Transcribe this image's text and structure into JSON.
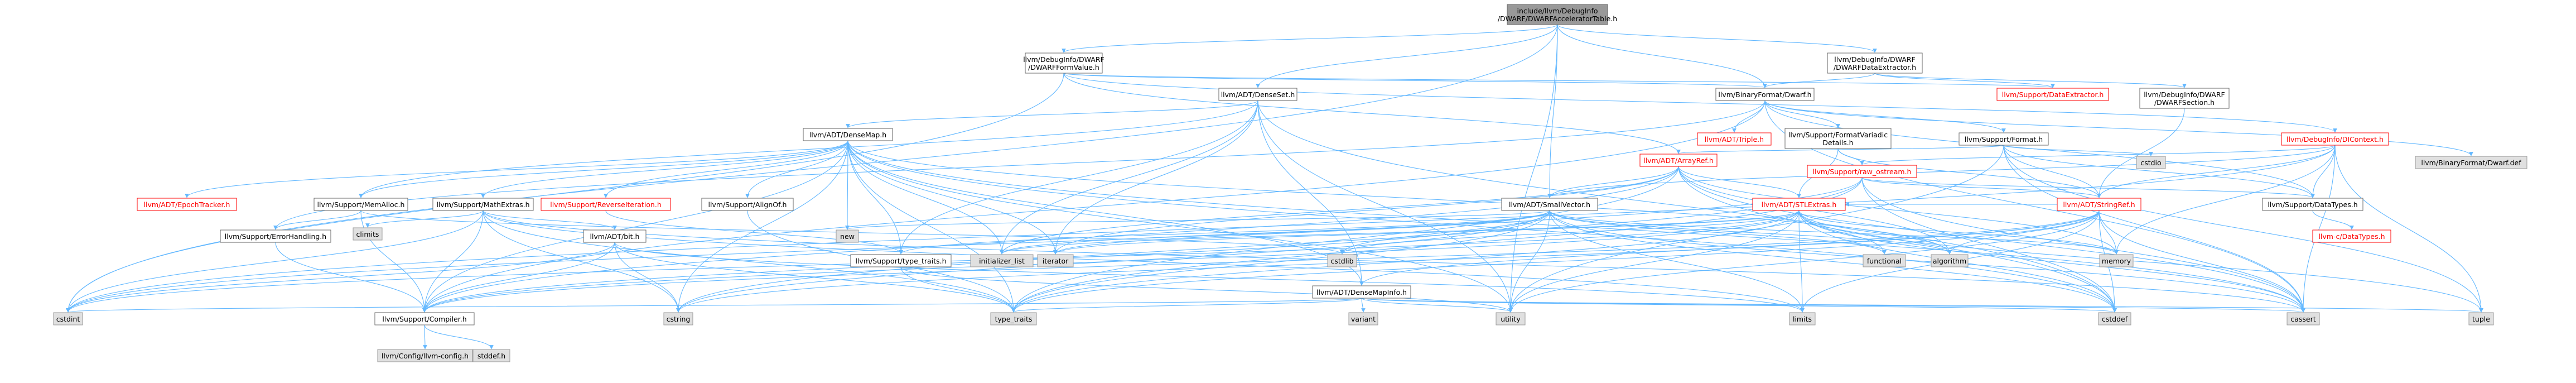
{
  "colors": {
    "edge": "#63b8ff",
    "node_fill": "#ffffff",
    "node_stroke": "#666666",
    "node_text": "#000000",
    "focus_fill": "#999999",
    "focus_stroke": "#666666",
    "red_text": "#ff0000",
    "red_stroke": "#ff0000",
    "system_fill": "#e0e0e0",
    "system_stroke": "#999999"
  },
  "diagram": {
    "nodes": [
      {
        "id": "root",
        "lines": [
          "include/llvm/DebugInfo",
          "/DWARF/DWARFAcceleratorTable.h"
        ],
        "kind": "focus"
      },
      {
        "id": "formvalue",
        "lines": [
          "llvm/DebugInfo/DWARF",
          "/DWARFFormValue.h"
        ],
        "kind": "normal"
      },
      {
        "id": "dataextractor",
        "lines": [
          "llvm/DebugInfo/DWARF",
          "/DWARFDataExtractor.h"
        ],
        "kind": "normal"
      },
      {
        "id": "densemap_set",
        "lines": [
          "llvm/ADT/DenseSet.h"
        ],
        "kind": "normal"
      },
      {
        "id": "dwarf_h",
        "lines": [
          "llvm/BinaryFormat/Dwarf.h"
        ],
        "kind": "normal"
      },
      {
        "id": "support_dataextractor",
        "lines": [
          "llvm/Support/DataExtractor.h"
        ],
        "kind": "red"
      },
      {
        "id": "dwarfsection",
        "lines": [
          "llvm/DebugInfo/DWARF",
          "/DWARFSection.h"
        ],
        "kind": "normal"
      },
      {
        "id": "adt_triple",
        "lines": [
          "llvm/ADT/Triple.h"
        ],
        "kind": "red"
      },
      {
        "id": "formatvariadic",
        "lines": [
          "llvm/Support/FormatVariadic",
          "Details.h"
        ],
        "kind": "normal"
      },
      {
        "id": "support_format",
        "lines": [
          "llvm/Support/Format.h"
        ],
        "kind": "normal"
      },
      {
        "id": "dicontext",
        "lines": [
          "llvm/DebugInfo/DIContext.h"
        ],
        "kind": "red"
      },
      {
        "id": "densemap",
        "lines": [
          "llvm/ADT/DenseMap.h"
        ],
        "kind": "normal"
      },
      {
        "id": "arrayref",
        "lines": [
          "llvm/ADT/ArrayRef.h"
        ],
        "kind": "red"
      },
      {
        "id": "raw_ostream",
        "lines": [
          "llvm/Support/raw_ostream.h"
        ],
        "kind": "red"
      },
      {
        "id": "cstdio",
        "lines": [
          "cstdio"
        ],
        "kind": "system"
      },
      {
        "id": "dwarf_def",
        "lines": [
          "llvm/BinaryFormat/Dwarf.def"
        ],
        "kind": "system"
      },
      {
        "id": "epochtracker",
        "lines": [
          "llvm/ADT/EpochTracker.h"
        ],
        "kind": "red"
      },
      {
        "id": "memalloc",
        "lines": [
          "llvm/Support/MemAlloc.h"
        ],
        "kind": "normal"
      },
      {
        "id": "mathextras",
        "lines": [
          "llvm/Support/MathExtras.h"
        ],
        "kind": "normal"
      },
      {
        "id": "reverseiteration",
        "lines": [
          "llvm/Support/ReverseIteration.h"
        ],
        "kind": "red"
      },
      {
        "id": "alignof",
        "lines": [
          "llvm/Support/AlignOf.h"
        ],
        "kind": "normal"
      },
      {
        "id": "smallvector",
        "lines": [
          "llvm/ADT/SmallVector.h"
        ],
        "kind": "normal"
      },
      {
        "id": "stlextras",
        "lines": [
          "llvm/ADT/STLExtras.h"
        ],
        "kind": "red"
      },
      {
        "id": "stringref",
        "lines": [
          "llvm/ADT/StringRef.h"
        ],
        "kind": "red"
      },
      {
        "id": "datatypes",
        "lines": [
          "llvm/Support/DataTypes.h"
        ],
        "kind": "normal"
      },
      {
        "id": "c_datatypes",
        "lines": [
          "llvm-c/DataTypes.h"
        ],
        "kind": "red"
      },
      {
        "id": "climits",
        "lines": [
          "climits"
        ],
        "kind": "system"
      },
      {
        "id": "errorhandling",
        "lines": [
          "llvm/Support/ErrorHandling.h"
        ],
        "kind": "normal"
      },
      {
        "id": "bit_h",
        "lines": [
          "llvm/ADT/bit.h"
        ],
        "kind": "normal"
      },
      {
        "id": "new",
        "lines": [
          "new"
        ],
        "kind": "system"
      },
      {
        "id": "type_traits_llvm",
        "lines": [
          "llvm/Support/type_traits.h"
        ],
        "kind": "normal"
      },
      {
        "id": "initializer_list",
        "lines": [
          "initializer_list"
        ],
        "kind": "system"
      },
      {
        "id": "iterator",
        "lines": [
          "iterator"
        ],
        "kind": "system"
      },
      {
        "id": "cstdlib",
        "lines": [
          "cstdlib"
        ],
        "kind": "system"
      },
      {
        "id": "densemapinfo",
        "lines": [
          "llvm/ADT/DenseMapInfo.h"
        ],
        "kind": "normal"
      },
      {
        "id": "functional",
        "lines": [
          "functional"
        ],
        "kind": "system"
      },
      {
        "id": "algorithm",
        "lines": [
          "algorithm"
        ],
        "kind": "system"
      },
      {
        "id": "memory",
        "lines": [
          "memory"
        ],
        "kind": "system"
      },
      {
        "id": "cstdint",
        "lines": [
          "cstdint"
        ],
        "kind": "system"
      },
      {
        "id": "compiler",
        "lines": [
          "llvm/Support/Compiler.h"
        ],
        "kind": "normal"
      },
      {
        "id": "cstring",
        "lines": [
          "cstring"
        ],
        "kind": "system"
      },
      {
        "id": "type_traits",
        "lines": [
          "type_traits"
        ],
        "kind": "system"
      },
      {
        "id": "variant",
        "lines": [
          "variant"
        ],
        "kind": "system"
      },
      {
        "id": "utility",
        "lines": [
          "utility"
        ],
        "kind": "system"
      },
      {
        "id": "limits",
        "lines": [
          "limits"
        ],
        "kind": "system"
      },
      {
        "id": "cstddef",
        "lines": [
          "cstddef"
        ],
        "kind": "system"
      },
      {
        "id": "cassert",
        "lines": [
          "cassert"
        ],
        "kind": "system"
      },
      {
        "id": "tuple",
        "lines": [
          "tuple"
        ],
        "kind": "system"
      },
      {
        "id": "llvm_config",
        "lines": [
          "llvm/Config/llvm-config.h"
        ],
        "kind": "system"
      },
      {
        "id": "stddef_h",
        "lines": [
          "stddef.h"
        ],
        "kind": "system"
      }
    ],
    "edges": [
      [
        "root",
        "formvalue"
      ],
      [
        "root",
        "dataextractor"
      ],
      [
        "root",
        "densemap_set"
      ],
      [
        "root",
        "dwarf_h"
      ],
      [
        "root",
        "smallvector"
      ],
      [
        "root",
        "cstdint"
      ],
      [
        "root",
        "utility"
      ],
      [
        "formvalue",
        "dwarf_h"
      ],
      [
        "formvalue",
        "arrayref"
      ],
      [
        "formvalue",
        "dicontext"
      ],
      [
        "formvalue",
        "support_dataextractor"
      ],
      [
        "formvalue",
        "cstdint"
      ],
      [
        "dataextractor",
        "dwarf_h"
      ],
      [
        "dataextractor",
        "support_dataextractor"
      ],
      [
        "dataextractor",
        "dwarfsection"
      ],
      [
        "dwarfsection",
        "stringref"
      ],
      [
        "densemap_set",
        "densemap"
      ],
      [
        "densemap_set",
        "densemapinfo"
      ],
      [
        "densemap_set",
        "type_traits_llvm"
      ],
      [
        "densemap_set",
        "initializer_list"
      ],
      [
        "densemap_set",
        "iterator"
      ],
      [
        "densemap_set",
        "cstddef"
      ],
      [
        "densemap_set",
        "utility"
      ],
      [
        "densemap_set",
        "memalloc"
      ],
      [
        "dwarf_h",
        "adt_triple"
      ],
      [
        "dwarf_h",
        "formatvariadic"
      ],
      [
        "dwarf_h",
        "support_format"
      ],
      [
        "dwarf_h",
        "datatypes"
      ],
      [
        "dwarf_h",
        "errorhandling"
      ],
      [
        "dwarf_h",
        "compiler"
      ],
      [
        "dwarf_h",
        "dwarf_def"
      ],
      [
        "dwarf_h",
        "cassert"
      ],
      [
        "formatvariadic",
        "raw_ostream"
      ],
      [
        "formatvariadic",
        "stringref"
      ],
      [
        "formatvariadic",
        "stlextras"
      ],
      [
        "support_format",
        "arrayref"
      ],
      [
        "support_format",
        "stringref"
      ],
      [
        "support_format",
        "datatypes"
      ],
      [
        "support_format",
        "cstdio"
      ],
      [
        "support_format",
        "tuple"
      ],
      [
        "support_format",
        "utility"
      ],
      [
        "support_format",
        "cassert"
      ],
      [
        "dicontext",
        "smallvector"
      ],
      [
        "dicontext",
        "stringref"
      ],
      [
        "dicontext",
        "datatypes"
      ],
      [
        "dicontext",
        "raw_ostream"
      ],
      [
        "dicontext",
        "cassert"
      ],
      [
        "dicontext",
        "cstdint"
      ],
      [
        "dicontext",
        "memory"
      ],
      [
        "dicontext",
        "tuple"
      ],
      [
        "densemap",
        "epochtracker"
      ],
      [
        "densemap",
        "memalloc"
      ],
      [
        "densemap",
        "mathextras"
      ],
      [
        "densemap",
        "reverseiteration"
      ],
      [
        "densemap",
        "alignof"
      ],
      [
        "densemap",
        "compiler"
      ],
      [
        "densemap",
        "type_traits_llvm"
      ],
      [
        "densemap",
        "algorithm"
      ],
      [
        "densemap",
        "cassert"
      ],
      [
        "densemap",
        "cstddef"
      ],
      [
        "densemap",
        "cstring"
      ],
      [
        "densemap",
        "initializer_list"
      ],
      [
        "densemap",
        "iterator"
      ],
      [
        "densemap",
        "new"
      ],
      [
        "densemap",
        "type_traits"
      ],
      [
        "densemap",
        "utility"
      ],
      [
        "densemap",
        "densemapinfo"
      ],
      [
        "arrayref",
        "smallvector"
      ],
      [
        "arrayref",
        "stlextras"
      ],
      [
        "arrayref",
        "compiler"
      ],
      [
        "arrayref",
        "algorithm"
      ],
      [
        "arrayref",
        "array"
      ],
      [
        "arrayref",
        "cassert"
      ],
      [
        "arrayref",
        "cstddef"
      ],
      [
        "arrayref",
        "initializer_list"
      ],
      [
        "arrayref",
        "iterator"
      ],
      [
        "arrayref",
        "memory"
      ],
      [
        "arrayref",
        "type_traits"
      ],
      [
        "raw_ostream",
        "stringref"
      ],
      [
        "raw_ostream",
        "datatypes"
      ],
      [
        "raw_ostream",
        "cassert"
      ],
      [
        "raw_ostream",
        "cstddef"
      ],
      [
        "raw_ostream",
        "cstdint"
      ],
      [
        "raw_ostream",
        "cstring"
      ],
      [
        "raw_ostream",
        "type_traits"
      ],
      [
        "memalloc",
        "compiler"
      ],
      [
        "memalloc",
        "errorhandling"
      ],
      [
        "memalloc",
        "cstdlib"
      ],
      [
        "mathextras",
        "bit_h"
      ],
      [
        "mathextras",
        "compiler"
      ],
      [
        "mathextras",
        "cassert"
      ],
      [
        "mathextras",
        "climits"
      ],
      [
        "mathextras",
        "cstdint"
      ],
      [
        "mathextras",
        "cstring"
      ],
      [
        "mathextras",
        "limits"
      ],
      [
        "mathextras",
        "type_traits"
      ],
      [
        "reverseiteration",
        "type_traits_llvm"
      ],
      [
        "alignof",
        "type_traits"
      ],
      [
        "smallvector",
        "compiler"
      ],
      [
        "smallvector",
        "type_traits_llvm"
      ],
      [
        "smallvector",
        "algorithm"
      ],
      [
        "smallvector",
        "cassert"
      ],
      [
        "smallvector",
        "cstddef"
      ],
      [
        "smallvector",
        "cstdlib"
      ],
      [
        "smallvector",
        "cstring"
      ],
      [
        "smallvector",
        "functional"
      ],
      [
        "smallvector",
        "initializer_list"
      ],
      [
        "smallvector",
        "iterator"
      ],
      [
        "smallvector",
        "limits"
      ],
      [
        "smallvector",
        "memory"
      ],
      [
        "smallvector",
        "new"
      ],
      [
        "smallvector",
        "type_traits"
      ],
      [
        "smallvector",
        "utility"
      ],
      [
        "stlextras",
        "compiler"
      ],
      [
        "stlextras",
        "cassert"
      ],
      [
        "stlextras",
        "cstddef"
      ],
      [
        "stlextras",
        "cstdint"
      ],
      [
        "stlextras",
        "cstdlib"
      ],
      [
        "stlextras",
        "functional"
      ],
      [
        "stlextras",
        "initializer_list"
      ],
      [
        "stlextras",
        "iterator"
      ],
      [
        "stlextras",
        "limits"
      ],
      [
        "stlextras",
        "memory"
      ],
      [
        "stlextras",
        "tuple"
      ],
      [
        "stlextras",
        "type_traits"
      ],
      [
        "stlextras",
        "utility"
      ],
      [
        "stlextras",
        "algorithm"
      ],
      [
        "stringref",
        "densemapinfo"
      ],
      [
        "stringref",
        "stlextras"
      ],
      [
        "stringref",
        "compiler"
      ],
      [
        "stringref",
        "algorithm"
      ],
      [
        "stringref",
        "cassert"
      ],
      [
        "stringref",
        "cstddef"
      ],
      [
        "stringref",
        "cstring"
      ],
      [
        "stringref",
        "limits"
      ],
      [
        "stringref",
        "type_traits"
      ],
      [
        "stringref",
        "utility"
      ],
      [
        "stringref",
        "memory"
      ],
      [
        "datatypes",
        "c_datatypes"
      ],
      [
        "errorhandling",
        "compiler"
      ],
      [
        "bit_h",
        "compiler"
      ],
      [
        "bit_h",
        "cstdint"
      ],
      [
        "bit_h",
        "cstring"
      ],
      [
        "bit_h",
        "type_traits"
      ],
      [
        "bit_h",
        "limits"
      ],
      [
        "type_traits_llvm",
        "type_traits"
      ],
      [
        "type_traits_llvm",
        "utility"
      ],
      [
        "densemapinfo",
        "cassert"
      ],
      [
        "densemapinfo",
        "cstddef"
      ],
      [
        "densemapinfo",
        "cstdint"
      ],
      [
        "densemapinfo",
        "tuple"
      ],
      [
        "densemapinfo",
        "type_traits"
      ],
      [
        "densemapinfo",
        "utility"
      ],
      [
        "densemapinfo",
        "variant"
      ],
      [
        "compiler",
        "llvm_config"
      ],
      [
        "compiler",
        "stddef_h"
      ]
    ]
  }
}
